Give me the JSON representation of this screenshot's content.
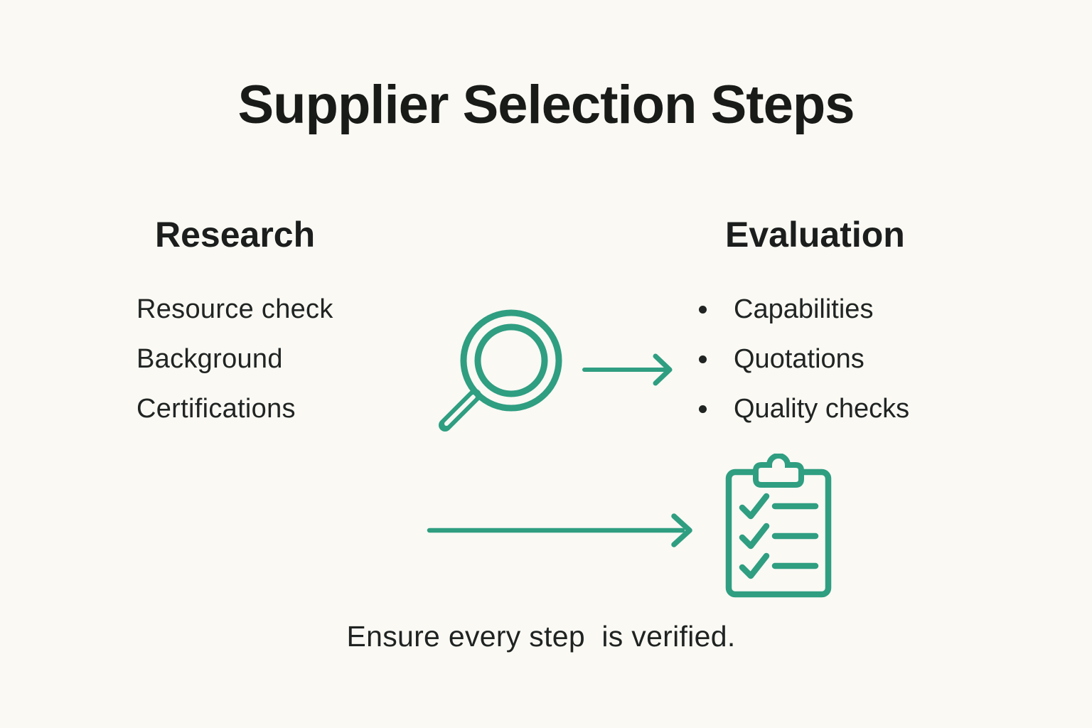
{
  "title": "Supplier Selection Steps",
  "research": {
    "heading": "Research",
    "items": [
      "Resource check",
      "Background",
      "Certifications"
    ]
  },
  "evaluation": {
    "heading": "Evaluation",
    "items": [
      "Capabilities",
      "Quotations",
      "Quality checks"
    ]
  },
  "flow": {
    "icon_magnifier": "magnifier-search-icon",
    "icon_arrow_short": "arrow-right-icon",
    "icon_arrow_long": "arrow-right-long-icon",
    "icon_clipboard": "clipboard-checklist-icon"
  },
  "footer": "Ensure every step  is verified.",
  "colors": {
    "accent": "#2f9e81",
    "text": "#1e211f",
    "background": "#faf9f4"
  }
}
